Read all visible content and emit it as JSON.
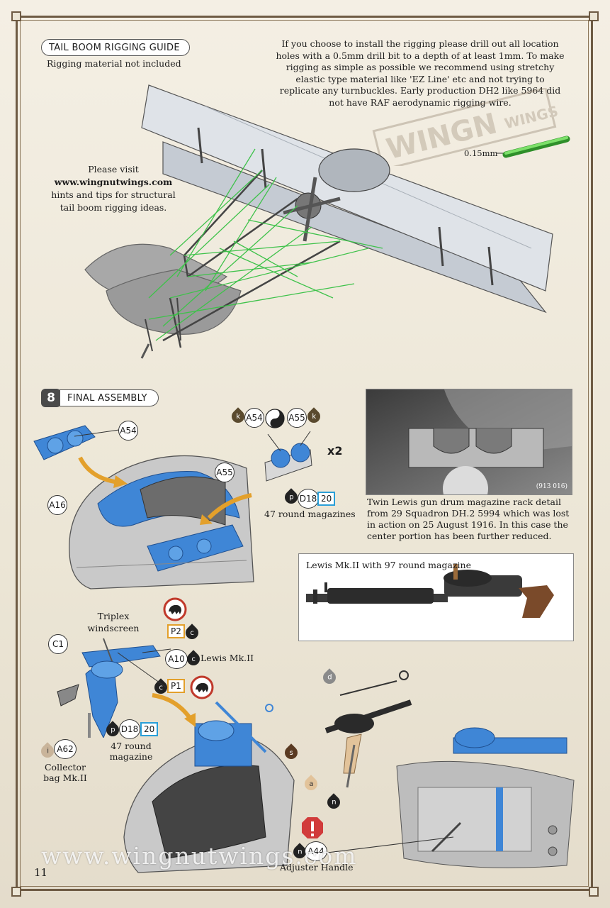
{
  "page_number": "11",
  "watermark_url": "www.wingnutwings.com",
  "watermark_logo": "WINGNUT WINGS",
  "rigging": {
    "header": "TAIL BOOM RIGGING GUIDE",
    "subheader": "Rigging material not included",
    "instructions": "If you choose to install the rigging please drill out all location holes with a 0.5mm drill bit to a depth of at least 1mm. To make rigging as simple as possible we recommend using stretchy elastic type material like 'EZ Line' etc and not trying to replicate any turnbuckles. Early production DH2 like 5964 did not have RAF aerodynamic rigging wire.",
    "wire_size": "0.15mm",
    "visit_lines": [
      "Please visit",
      "www.wingnutwings.com",
      "hints and tips for structural",
      "tail boom rigging ideas."
    ]
  },
  "step": {
    "number": "8",
    "header": "FINAL ASSEMBLY"
  },
  "parts": {
    "A54": "A54",
    "A55": "A55",
    "A16": "A16",
    "C1": "C1",
    "A10": "A10",
    "A62": "A62",
    "A44": "A44",
    "D18": "D18",
    "D18_num": "20",
    "D18b": "D18",
    "D18b_num": "20",
    "P1": "P1",
    "P2": "P2",
    "k": "k",
    "p": "p",
    "c": "c",
    "i": "i",
    "d": "d",
    "s": "s",
    "a": "a",
    "n": "n",
    "x2": "x2"
  },
  "labels": {
    "mag47": "47 round magazines",
    "mag47b_1": "47 round",
    "mag47b_2": "magazine",
    "triplex_1": "Triplex",
    "triplex_2": "windscreen",
    "lewis": "Lewis Mk.II",
    "collector_1": "Collector",
    "collector_2": "bag Mk.II",
    "adjuster": "Adjuster Handle"
  },
  "photo1": {
    "ref": "(913 016)",
    "caption": "Twin Lewis gun drum magazine rack detail from 29 Squadron DH.2 5994 which was lost in action on 25 August 1916. In this case the center portion has been further reduced."
  },
  "photo2": {
    "caption": "Lewis Mk.II with 97 round magazine"
  },
  "colors": {
    "accent_blue": "#3f86d6",
    "rig_green": "#3ec24a",
    "frame": "#6e5b44"
  }
}
